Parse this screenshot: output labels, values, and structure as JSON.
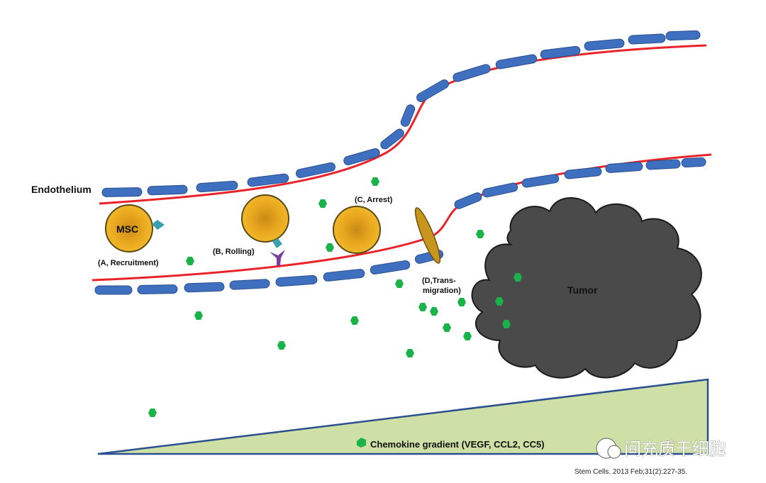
{
  "labels": {
    "endothelium": "Endothelium",
    "msc": "MSC",
    "recruitment": "(A, Recruitment)",
    "rolling": "(B, Rolling)",
    "arrest": "(C, Arrest)",
    "transmigration_1": "(D,Trans-",
    "transmigration_2": "migration)",
    "tumor": "Tumor",
    "gradient": "Chemokine gradient (VEGF,  CCL2, CC5)"
  },
  "citation": "Stem Cells. 2013 Feb;31(2):227-35.",
  "watermark": "间充质干细胞",
  "colors": {
    "endothelial_cell": "#3f6fbf",
    "endothelial_outline": "#2b4f8f",
    "vessel_membrane": "#e8242a",
    "msc_fill": "#e8a51c",
    "msc_center": "#c88a10",
    "chemokine": "#19b34a",
    "receptor_teal": "#3a9fb0",
    "receptor_purple": "#7a3fa0",
    "tumor": "#4a4a4a",
    "gradient_fill": "#cfe0a6",
    "gradient_outline": "#2b4f8f",
    "transmigrating_cell": "#c8961c"
  }
}
